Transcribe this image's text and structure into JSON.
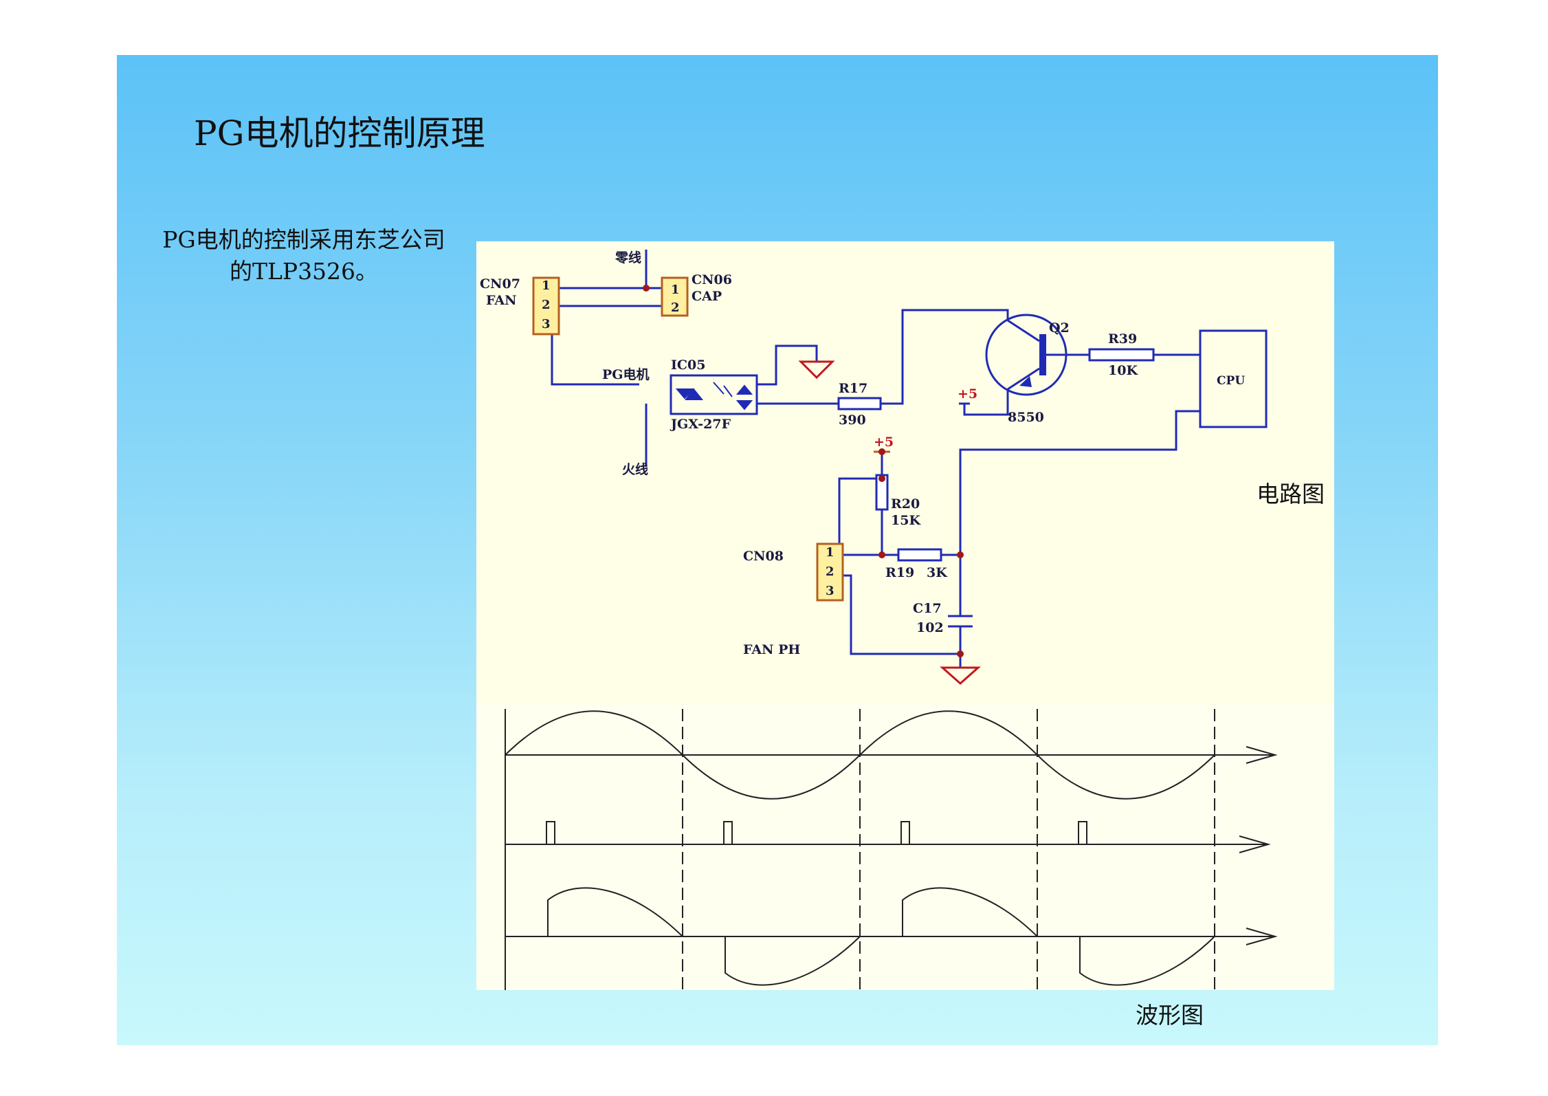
{
  "slide": {
    "title": "PG电机的控制原理",
    "description": "PG电机的控制采用东芝公司的TLP3526。",
    "caption_circuit": "电路图",
    "caption_wave": "波形图"
  },
  "circuit": {
    "labels": {
      "neutral": "零线",
      "live": "火线",
      "pg_motor": "PG电机",
      "cn07": "CN07",
      "cn07_sub": "FAN",
      "cn06": "CN06",
      "cn06_sub": "CAP",
      "cn08": "CN08",
      "cn08_sub": "FAN PH",
      "ic05": "IC05",
      "ic05_part": "JGX-27F",
      "r17": "R17",
      "r17_val": "390",
      "r39": "R39",
      "r39_val": "10K",
      "r20": "R20",
      "r20_val": "15K",
      "r19": "R19",
      "r19_val": "3K",
      "c17": "C17",
      "c17_val": "102",
      "q2": "Q2",
      "q2_part": "8550",
      "plus5_a": "+5",
      "plus5_b": "+5",
      "cpu": "CPU",
      "pin1": "1",
      "pin2": "2",
      "pin3": "3"
    }
  },
  "colors": {
    "wire": "#1f2bb5",
    "component": "#b5601f",
    "connector_fill": "#fff0a0",
    "connector_border": "#b5601f",
    "ground": "#c0181f",
    "node": "#a01818"
  }
}
